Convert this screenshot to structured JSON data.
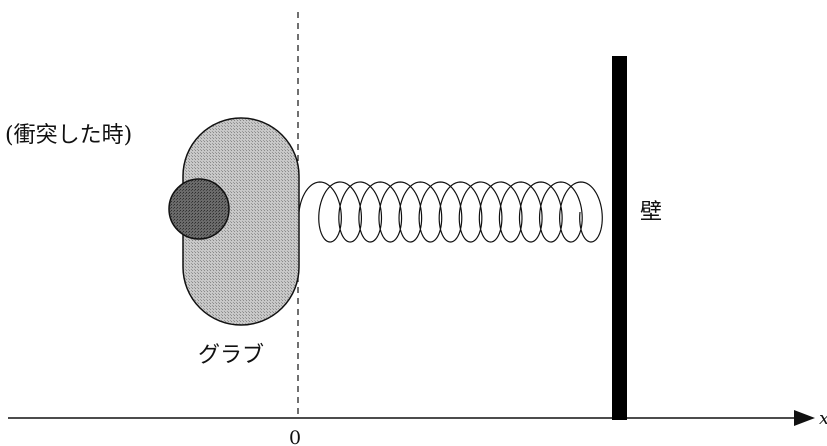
{
  "labels": {
    "state": "(衝突した時)",
    "glove": "グラブ",
    "wall": "壁",
    "origin": "0",
    "axis": "x"
  }
}
